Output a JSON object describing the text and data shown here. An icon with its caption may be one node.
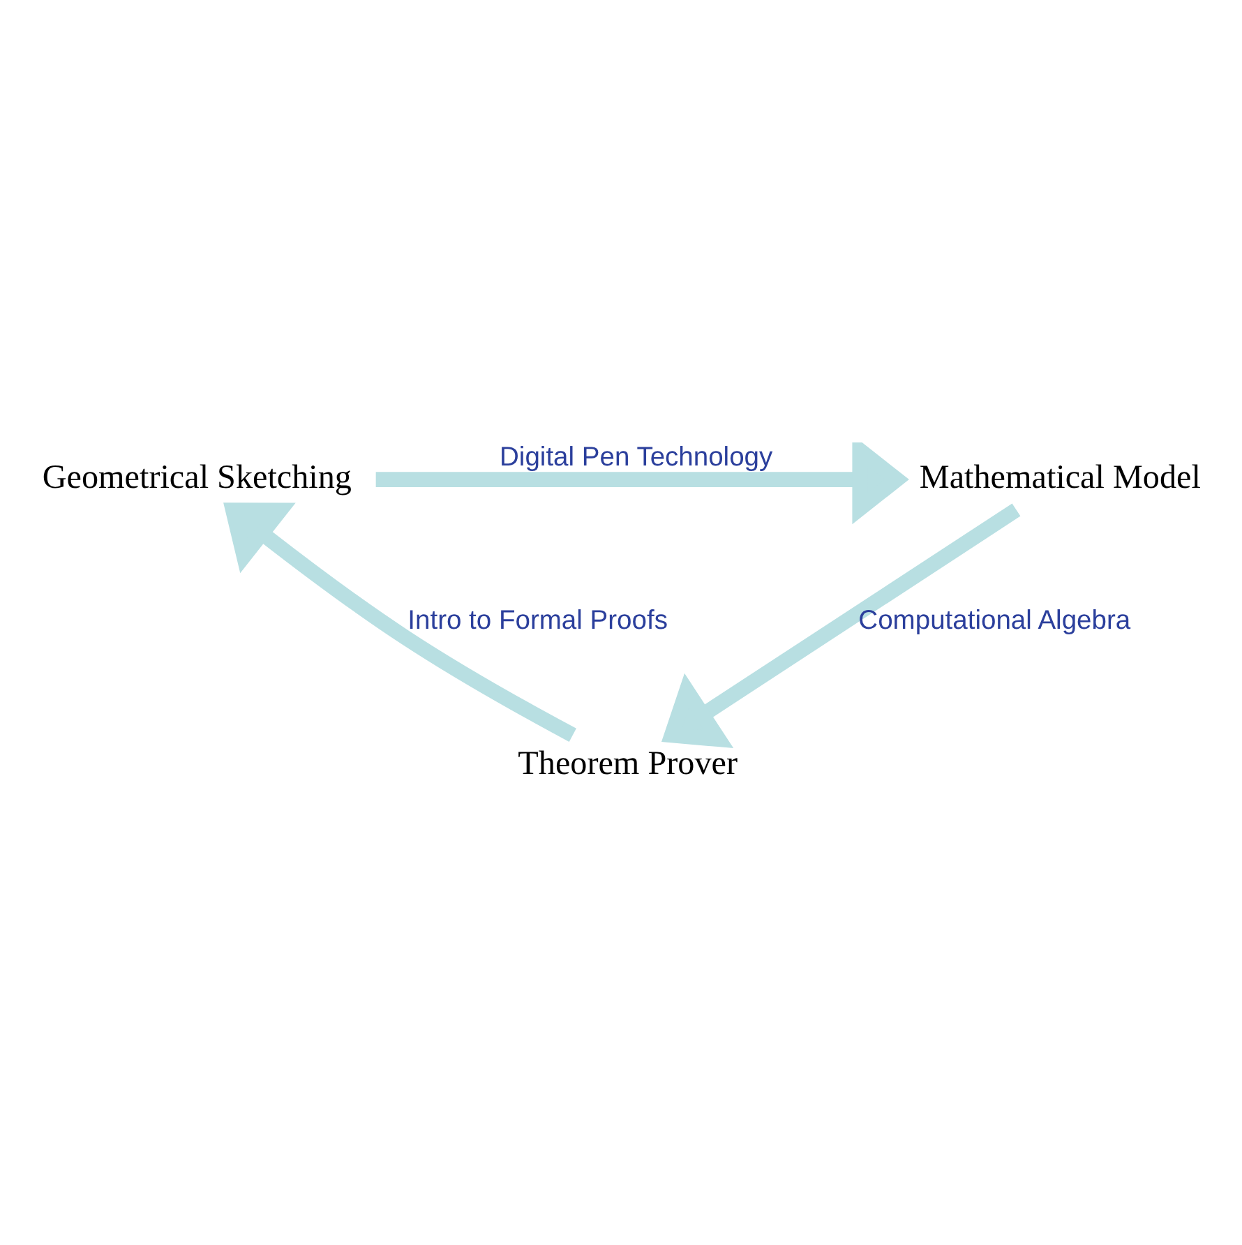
{
  "diagram": {
    "nodes": [
      {
        "text": [
          "Geometrical Sketching"
        ]
      },
      {
        "text": [
          "Mathematical Model"
        ]
      },
      {
        "text": [
          "Theorem Prover"
        ]
      }
    ],
    "edges": [
      {
        "from": 0,
        "to": 1,
        "arrow": "to",
        "label": "Digital Pen Technology"
      },
      {
        "from": 1,
        "to": 2,
        "arrow": "to",
        "label": "Computational Algebra"
      },
      {
        "from": 2,
        "to": 0,
        "arrow": "to",
        "label": "Intro to Formal Proofs"
      }
    ]
  }
}
